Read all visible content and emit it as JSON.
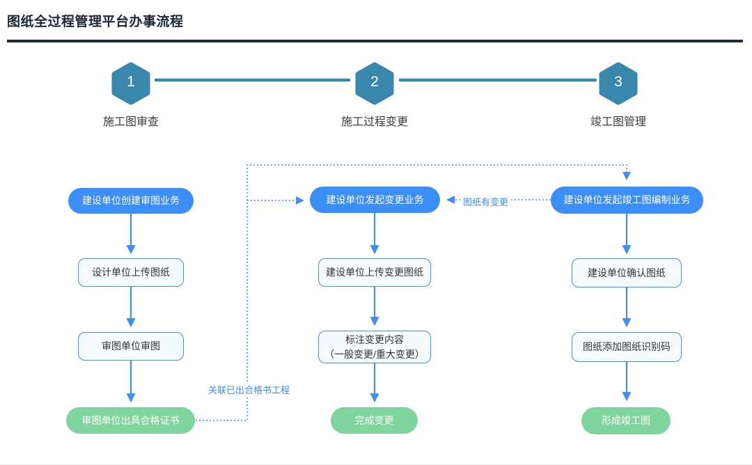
{
  "page": {
    "title": "图纸全过程管理平台办事流程"
  },
  "steps": [
    {
      "number": "1",
      "label": "施工图审查"
    },
    {
      "number": "2",
      "label": "施工过程变更"
    },
    {
      "number": "3",
      "label": "竣工图管理"
    }
  ],
  "columns": [
    {
      "nodes": [
        {
          "type": "start",
          "label": "建设单位创建审图业务"
        },
        {
          "type": "process",
          "label": "设计单位上传图纸"
        },
        {
          "type": "process",
          "label": "审图单位审图"
        },
        {
          "type": "end",
          "label": "审图单位出具合格证书"
        }
      ]
    },
    {
      "nodes": [
        {
          "type": "start",
          "label": "建设单位发起变更业务"
        },
        {
          "type": "process",
          "label": "建设单位上传变更图纸"
        },
        {
          "type": "process",
          "label": "标注变更内容",
          "label2": "（一般变更/重大变更）"
        },
        {
          "type": "end",
          "label": "完成变更"
        }
      ]
    },
    {
      "nodes": [
        {
          "type": "start",
          "label": "建设单位发起竣工图编制业务"
        },
        {
          "type": "process",
          "label": "建设单位确认图纸"
        },
        {
          "type": "process",
          "label": "图纸添加图纸识别码"
        },
        {
          "type": "end",
          "label": "形成竣工图"
        }
      ]
    }
  ],
  "connectors": {
    "link_certificate_label": "关联已出合格书工程",
    "drawing_changed_label": "图纸有变更"
  },
  "colors": {
    "title_dark": "#1c2733",
    "rule_dark": "#212e3a",
    "hexagon_teal": "#3a87ad",
    "accent_blue": "#3e8ef7",
    "pill_blue": "#3b8df8",
    "pill_green": "#80d59e",
    "box_fill": "#f5faff",
    "box_text": "#333333"
  }
}
